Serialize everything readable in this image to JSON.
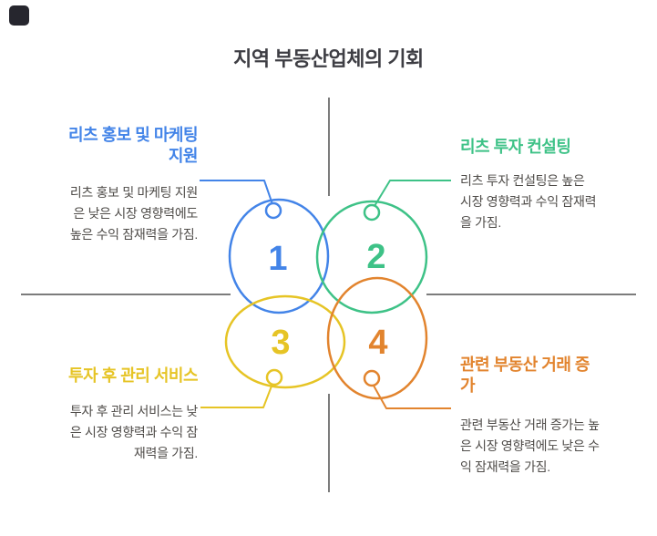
{
  "title": "지역 부동산업체의 기회",
  "colors": {
    "axis_gray": "#7c7c7c",
    "title_text": "#3e3e44",
    "body_text": "#4f4c49",
    "corner_chip": "#26262e",
    "node_fill": "#ffffff"
  },
  "quadrants": {
    "q1": {
      "number": "1",
      "color": "#4384e8",
      "heading": "리츠 홍보 및 마케팅\n지원",
      "body": "리츠 홍보 및 마케팅 지원\n은 낮은 시장 영향력에도\n높은 수익 잠재력을 가짐."
    },
    "q2": {
      "number": "2",
      "color": "#3ec287",
      "heading": "리츠 투자 컨설팅",
      "body": "리츠 투자 컨설팅은 높은\n시장 영향력과 수익 잠재력\n을 가짐."
    },
    "q3": {
      "number": "3",
      "color": "#e6c425",
      "heading": "투자 후 관리 서비스",
      "body": "투자 후 관리 서비스는 낮\n은 시장 영향력과 수익 잠\n재력을 가짐."
    },
    "q4": {
      "number": "4",
      "color": "#e2842e",
      "heading": "관련 부동산 거래 증\n가",
      "body": "관련 부동산 거래 증가는 높\n은 시장 영향력에도 낮은 수\n익 잠재력을 가짐."
    }
  }
}
